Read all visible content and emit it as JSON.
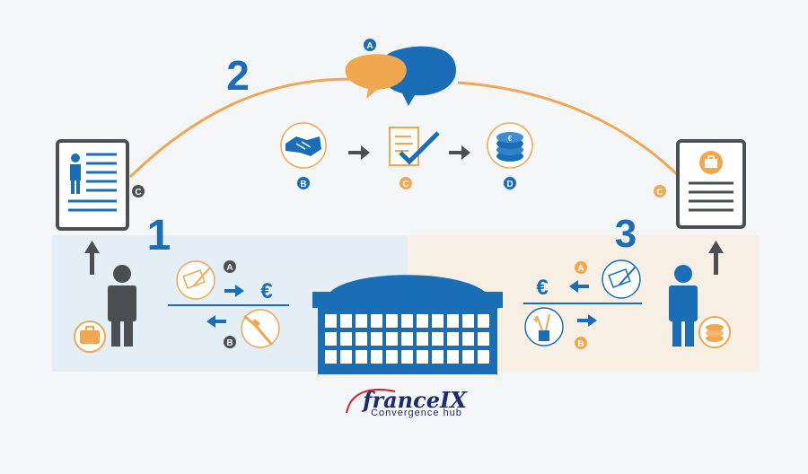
{
  "steps": {
    "one": "1",
    "two": "2",
    "three": "3"
  },
  "letters": {
    "top_a": "A",
    "top_b": "B",
    "top_c": "C",
    "top_d": "D",
    "left_c": "C",
    "right_c": "C",
    "left_a": "A",
    "left_b": "B",
    "right_a": "A",
    "right_b": "B"
  },
  "currency": {
    "left": "€",
    "right": "€",
    "coin": "€"
  },
  "logo": {
    "brand": "franceIX",
    "tagline": "Convergence hub"
  },
  "colors": {
    "blue": "#1a6eb5",
    "orange": "#f1a650",
    "gray": "#4b4f54",
    "left_panel": "#e3eef7",
    "right_panel": "#f8efe4",
    "arc": "#efa755"
  },
  "icons": [
    "speech-bubbles-icon",
    "handshake-icon",
    "contract-check-icon",
    "coins-icon",
    "user-profile-document-icon",
    "company-document-icon",
    "person-icon",
    "briefcase-icon",
    "cable-icon",
    "contract-sign-icon",
    "dish-icon",
    "datacenter-building-icon"
  ]
}
